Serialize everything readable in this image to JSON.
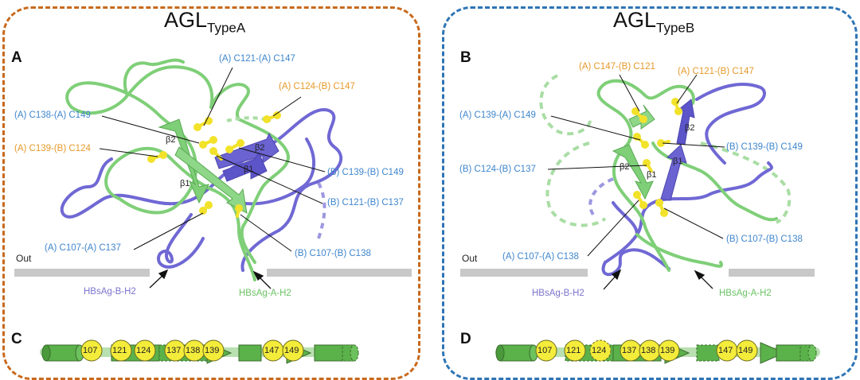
{
  "panels": {
    "A": {
      "title_main": "AGL",
      "title_sub": "TypeA",
      "letter": "A",
      "bonds": [
        {
          "text": "(A) C121-(A) C147",
          "color": "blue"
        },
        {
          "text": "(A) C124-(B) C147",
          "color": "orange"
        },
        {
          "text": "(A) C138-(A) C149",
          "color": "blue"
        },
        {
          "text": "(A) C139-(B) C124",
          "color": "orange"
        },
        {
          "text": "(B) C139-(B) C149",
          "color": "blue"
        },
        {
          "text": "(B) C121-(B) C137",
          "color": "blue"
        },
        {
          "text": "(B) C107-(B) C138",
          "color": "blue"
        },
        {
          "text": "(A) C107-(A) C137",
          "color": "blue"
        }
      ],
      "strands": [
        "β2",
        "β2",
        "β1",
        "β1"
      ],
      "out_label": "Out",
      "chain_b": "HBsAg-B-H2",
      "chain_a": "HBsAg-A-H2"
    },
    "B": {
      "title_main": "AGL",
      "title_sub": "TypeB",
      "letter": "B",
      "bonds": [
        {
          "text": "(A) C147-(B) C121",
          "color": "orange"
        },
        {
          "text": "(A) C121-(B) C147",
          "color": "orange"
        },
        {
          "text": "(A) C139-(A) C149",
          "color": "blue"
        },
        {
          "text": "(B) C139-(B) C149",
          "color": "blue"
        },
        {
          "text": "(B) C124-(B) C137",
          "color": "blue"
        },
        {
          "text": "(B) C107-(B) C138",
          "color": "blue"
        },
        {
          "text": "(A) C107-(A) C138",
          "color": "blue"
        }
      ],
      "strands": [
        "β2",
        "β2",
        "β1",
        "β1"
      ],
      "out_label": "Out",
      "chain_b": "HBsAg-B-H2",
      "chain_a": "HBsAg-A-H2"
    },
    "C": {
      "letter": "C",
      "residues": [
        "107",
        "121",
        "124",
        "137",
        "138",
        "139",
        "147",
        "149"
      ]
    },
    "D": {
      "letter": "D",
      "residues": [
        "107",
        "121",
        "124",
        "137",
        "138",
        "139",
        "147",
        "149"
      ]
    }
  },
  "colors": {
    "chain_a": "#7fcf78",
    "chain_b": "#7068d4",
    "disulfide": "#f2e22a",
    "type_a_border": "#c8691c",
    "type_b_border": "#2e74b5",
    "membrane": "#c8c8c8"
  }
}
